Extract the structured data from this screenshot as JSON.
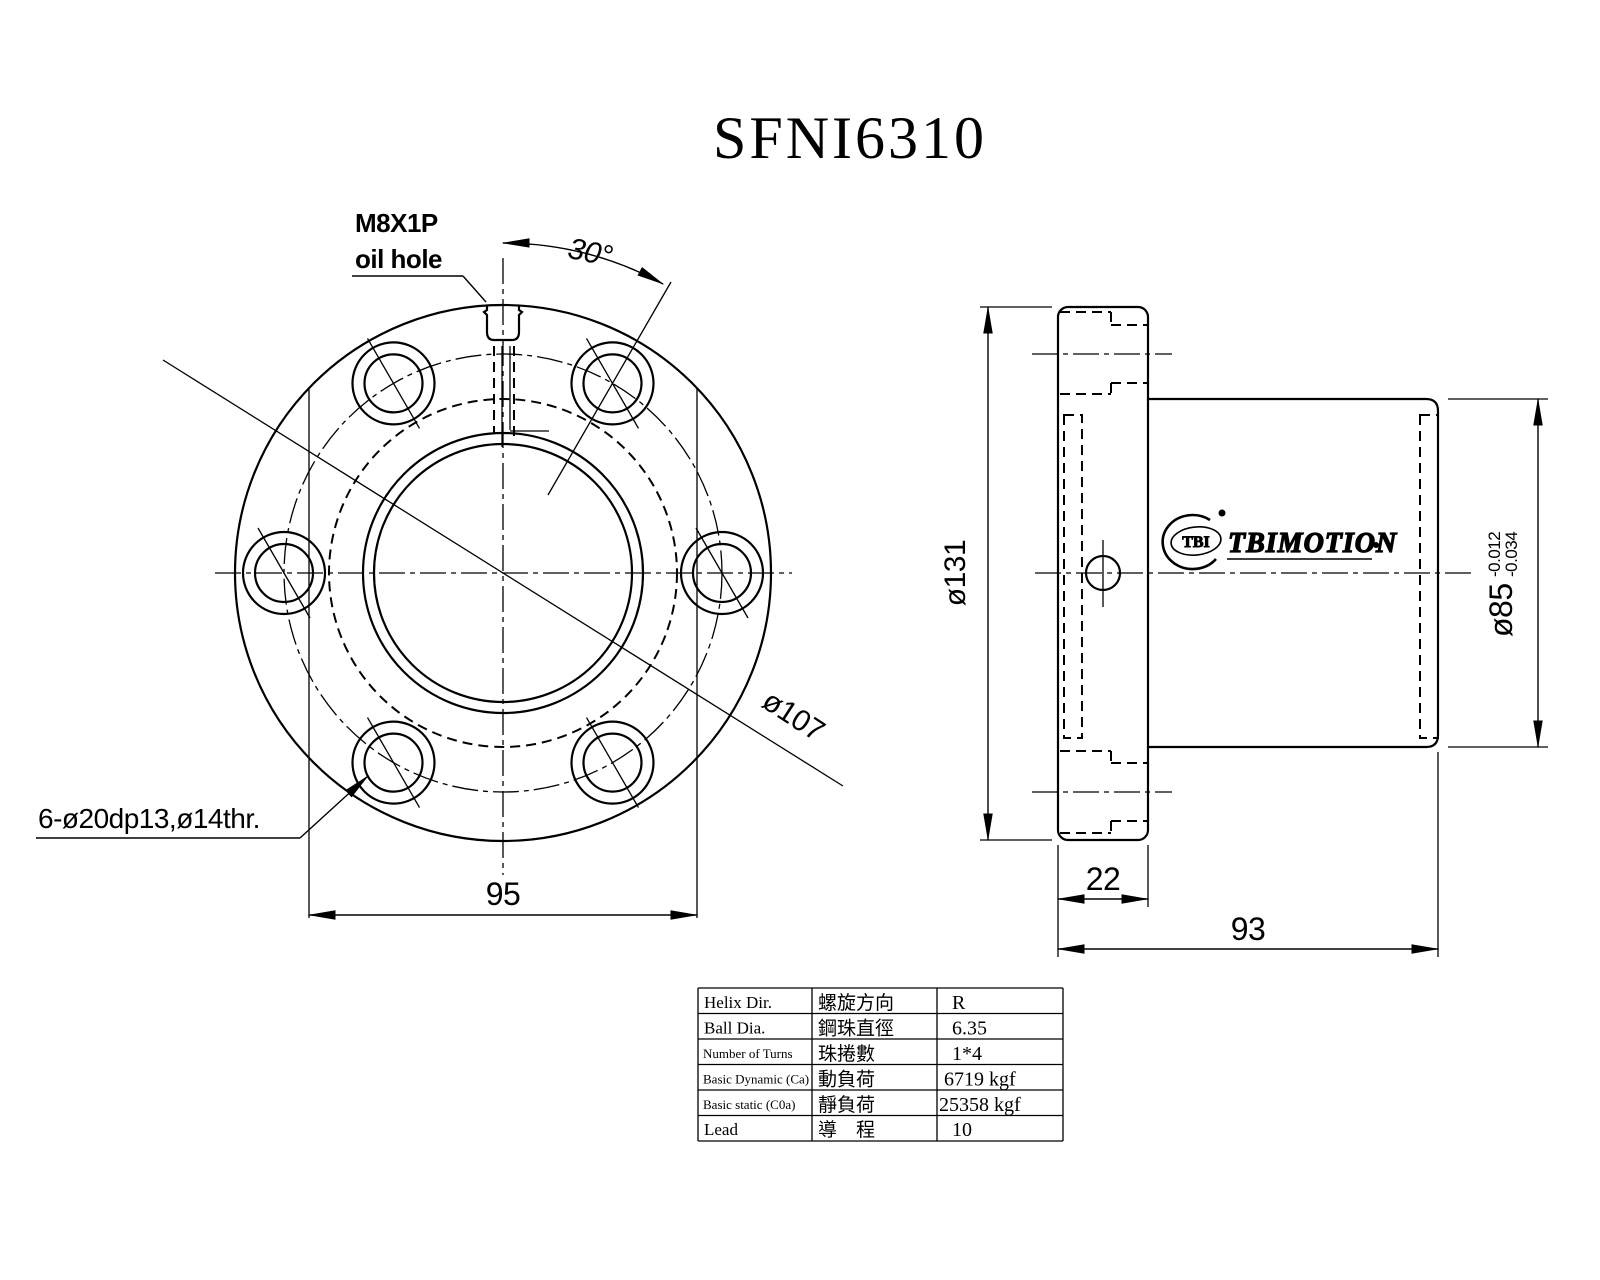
{
  "title": "SFNI6310",
  "front_view": {
    "oil_hole_spec": "M8X1P",
    "oil_hole_label": "oil hole",
    "angle_dim": "30°",
    "bolt_circle_dia": "ø107",
    "width_dim": "95",
    "bolt_hole_note": "6-ø20dp13,ø14thr."
  },
  "side_view": {
    "flange_dia": "ø131",
    "flange_width_dim": "22",
    "length_dim": "93",
    "body_dia": "ø85",
    "body_dia_tol_upper": "-0.012",
    "body_dia_tol_lower": "-0.034",
    "logo_abbr": "TBI",
    "logo_name": "TBIMOTION"
  },
  "spec_table": {
    "rows": [
      {
        "en": "Helix  Dir.",
        "zh": "螺旋方向",
        "value": "R"
      },
      {
        "en": "Ball  Dia.",
        "zh": "鋼珠直徑",
        "value": "6.35"
      },
      {
        "en": "Number of Turns",
        "zh": "珠捲數",
        "value": "1*4"
      },
      {
        "en": "Basic Dynamic (Ca)",
        "zh": "動負荷",
        "value": "6719  kgf"
      },
      {
        "en": "Basic static (C0a)",
        "zh": "靜負荷",
        "value": "25358  kgf"
      },
      {
        "en": "Lead",
        "zh": "導　程",
        "value": "10"
      }
    ]
  },
  "colors": {
    "ink": "#000000",
    "paper": "#ffffff"
  }
}
